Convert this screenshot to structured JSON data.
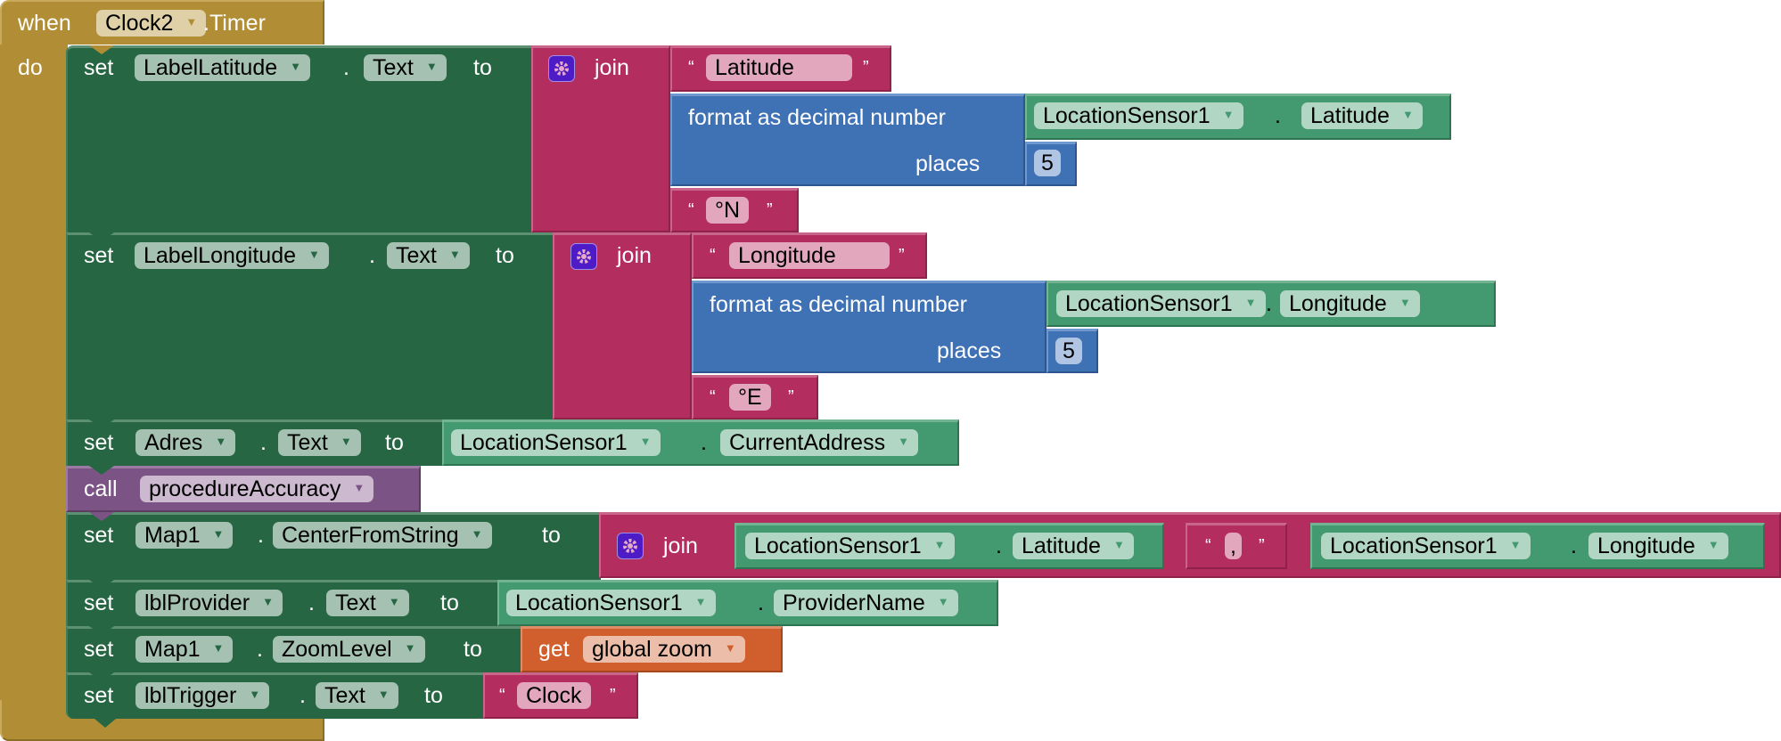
{
  "event": {
    "when_label": "when",
    "component": "Clock2",
    "event_name": ".Timer",
    "do_label": "do"
  },
  "keywords": {
    "set": "set",
    "to": "to",
    "dot": ".",
    "join": "join",
    "call": "call",
    "get": "get",
    "format": "format as decimal number",
    "places": "places",
    "open_quote": "“",
    "close_quote": "”"
  },
  "statements": [
    {
      "component": "LabelLatitude",
      "property": "Text",
      "value": {
        "type": "join",
        "items": [
          {
            "type": "text",
            "value": "Latitude"
          },
          {
            "type": "format_decimal",
            "number": {
              "component": "LocationSensor1",
              "property": "Latitude"
            },
            "places": "5"
          },
          {
            "type": "text",
            "value": "°N"
          }
        ]
      }
    },
    {
      "component": "LabelLongitude",
      "property": "Text",
      "value": {
        "type": "join",
        "items": [
          {
            "type": "text",
            "value": "Longitude"
          },
          {
            "type": "format_decimal",
            "number": {
              "component": "LocationSensor1",
              "property": "Longitude"
            },
            "places": "5"
          },
          {
            "type": "text",
            "value": "°E"
          }
        ]
      }
    },
    {
      "component": "Adres",
      "property": "Text",
      "value": {
        "type": "getter",
        "component": "LocationSensor1",
        "property": "CurrentAddress"
      }
    },
    {
      "type": "call",
      "procedure": "procedureAccuracy"
    },
    {
      "component": "Map1",
      "property": "CenterFromString",
      "value": {
        "type": "join",
        "items": [
          {
            "type": "getter",
            "component": "LocationSensor1",
            "property": "Latitude"
          },
          {
            "type": "text",
            "value": ","
          },
          {
            "type": "getter",
            "component": "LocationSensor1",
            "property": "Longitude"
          }
        ]
      }
    },
    {
      "component": "lblProvider",
      "property": "Text",
      "value": {
        "type": "getter",
        "component": "LocationSensor1",
        "property": "ProviderName"
      }
    },
    {
      "component": "Map1",
      "property": "ZoomLevel",
      "value": {
        "type": "get_variable",
        "variable": "global zoom"
      }
    },
    {
      "component": "lblTrigger",
      "property": "Text",
      "value": {
        "type": "text",
        "value": "Clock"
      }
    }
  ],
  "colors": {
    "event": "#b18e35",
    "setter": "#266643",
    "text_join": "#b32d5e",
    "math": "#3f71b5",
    "component_getter": "#439970",
    "procedure": "#7c5385",
    "variable": "#d05f2d",
    "mutator_gear": "#4d1cc6"
  }
}
